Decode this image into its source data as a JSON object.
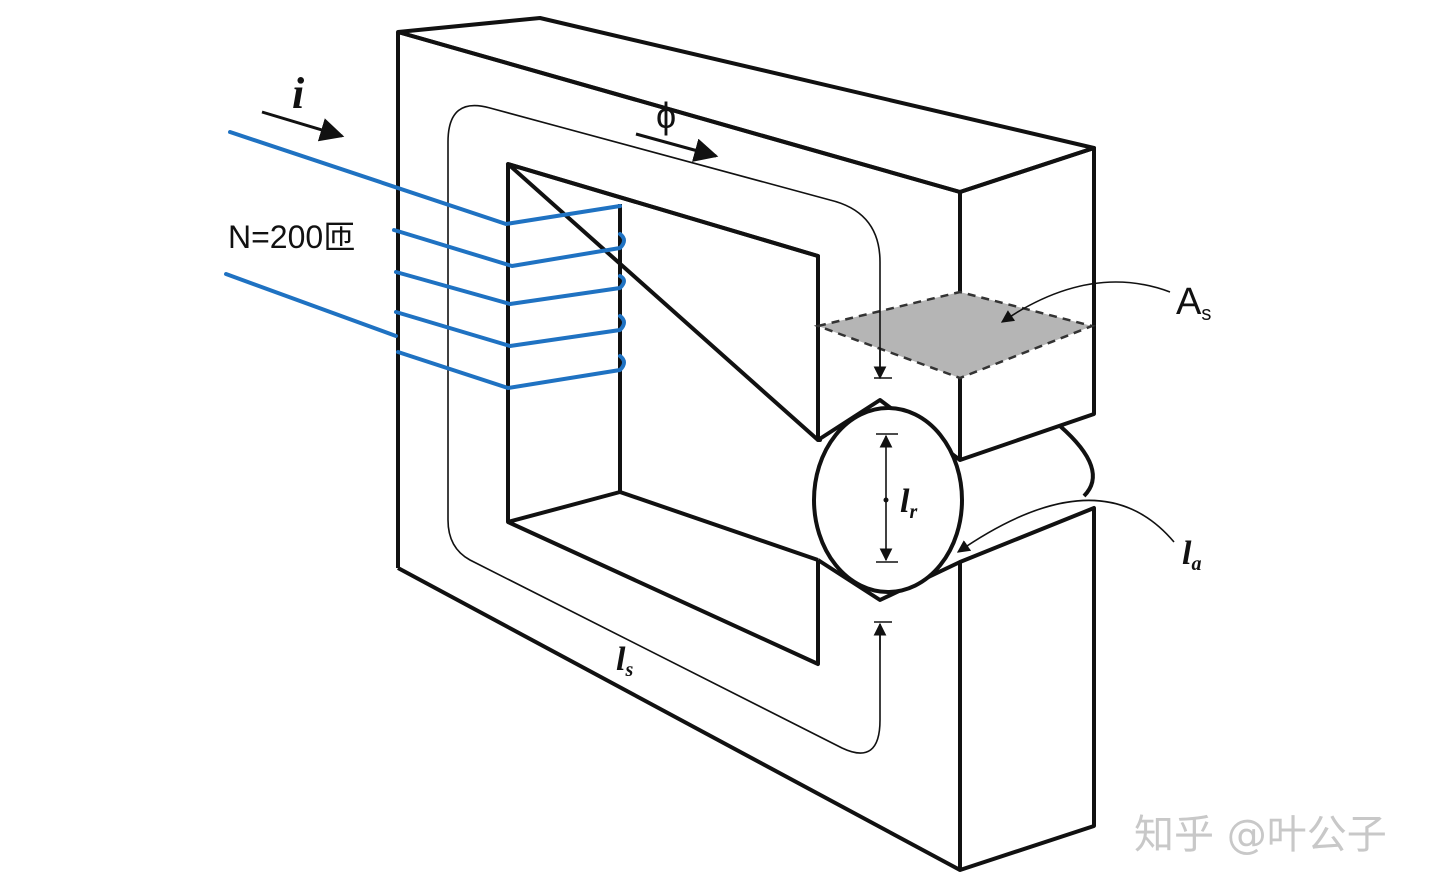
{
  "labels": {
    "current": "i",
    "flux": "ϕ",
    "turns": "N=200匝",
    "area_main": "A",
    "area_sub": "s",
    "rotor_length_main": "l",
    "rotor_length_sub": "r",
    "air_gap_main": "l",
    "air_gap_sub": "a",
    "stator_path_main": "l",
    "stator_path_sub": "s"
  },
  "watermark": "知乎 @叶公子",
  "colors": {
    "coil": "#1f72c2",
    "outline": "#111111",
    "area_fill": "#b5b5b5",
    "watermark": "#c8c8c8"
  }
}
